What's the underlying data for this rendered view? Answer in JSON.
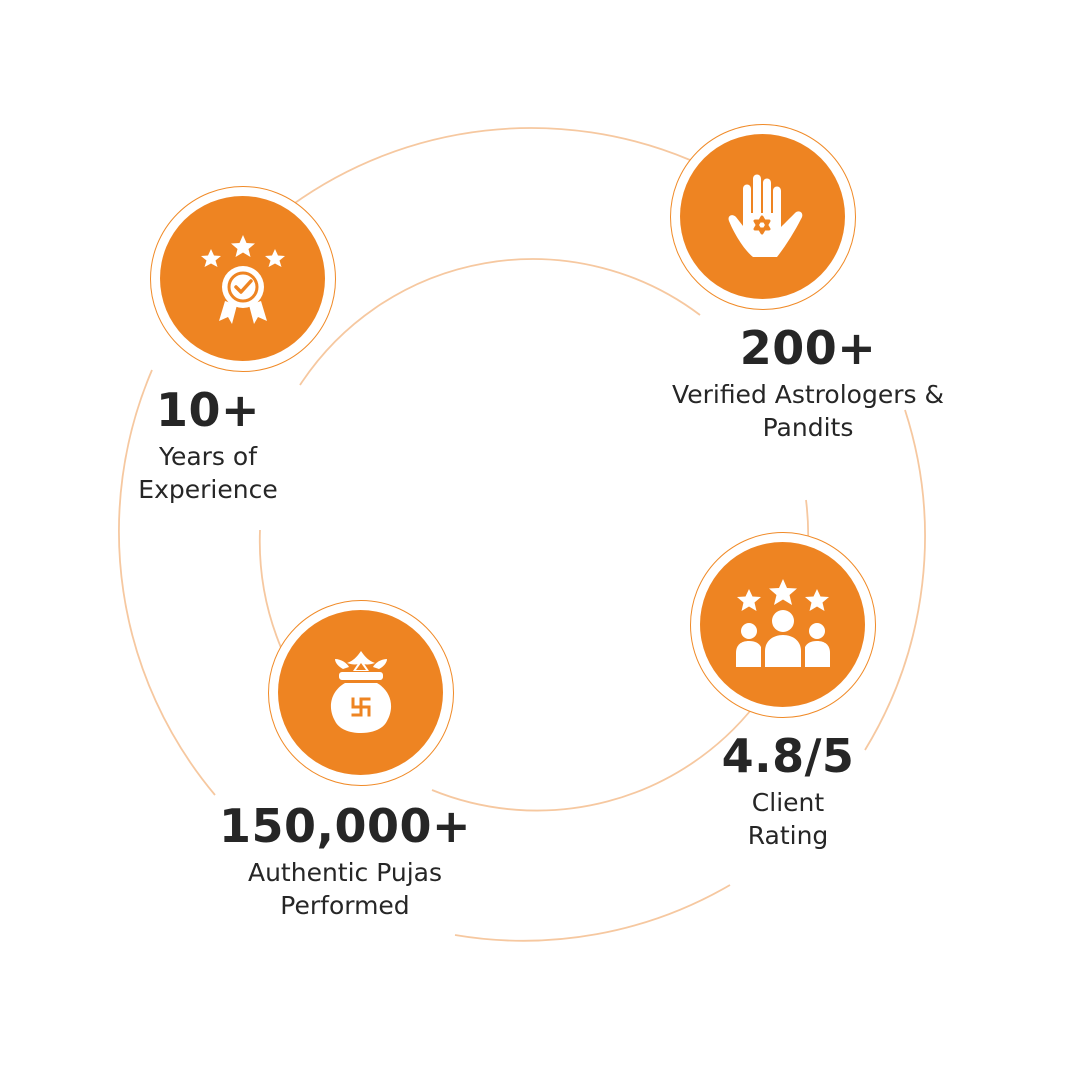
{
  "theme": {
    "accent": "#EE8422",
    "ring": "#F08A27",
    "arc": "#F6C8A0",
    "text": "#262626"
  },
  "stats": [
    {
      "value": "10+",
      "label_line1": "Years of",
      "label_line2": "Experience",
      "icon": "award-ribbon-stars-icon"
    },
    {
      "value": "200+",
      "label_line1": "Verified Astrologers &",
      "label_line2": "Pandits",
      "icon": "hand-star-icon"
    },
    {
      "value": "150,000+",
      "label_line1": "Authentic Pujas",
      "label_line2": "Performed",
      "icon": "kalash-pot-icon"
    },
    {
      "value": "4.8/5",
      "label_line1": "Client",
      "label_line2": "Rating",
      "icon": "people-stars-icon"
    }
  ]
}
